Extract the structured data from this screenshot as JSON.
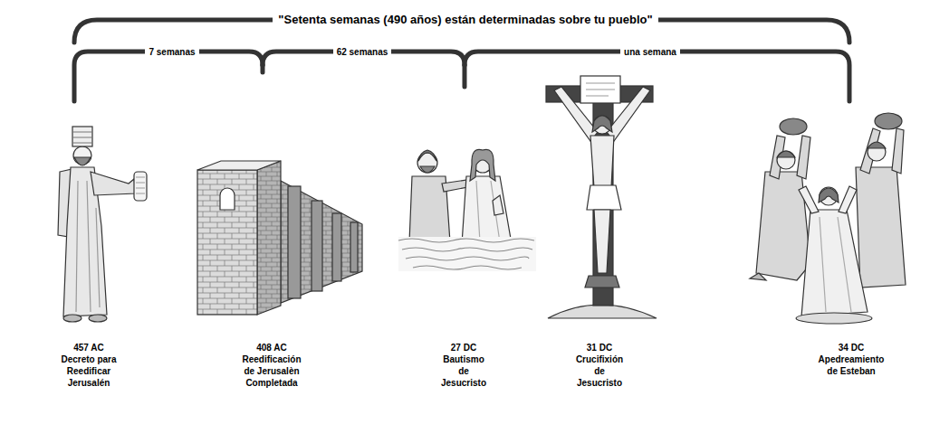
{
  "diagram": {
    "title": "\"Setenta semanas (490 años) están determinadas sobre tu pueblo\"",
    "labels": [
      "7 semanas",
      "62 semanas",
      "una semana",
      "457 AC",
      "Decreto para Reedificar Jerusalén",
      "408 AC",
      "Reedificación de Jerusalèn Completada",
      "27 DC",
      "Bautismo de Jesucristo",
      "31 DC",
      "Crucifixión de Jesucristo",
      "34 DC",
      "Apedreamiento de Esteban"
    ]
  }
}
